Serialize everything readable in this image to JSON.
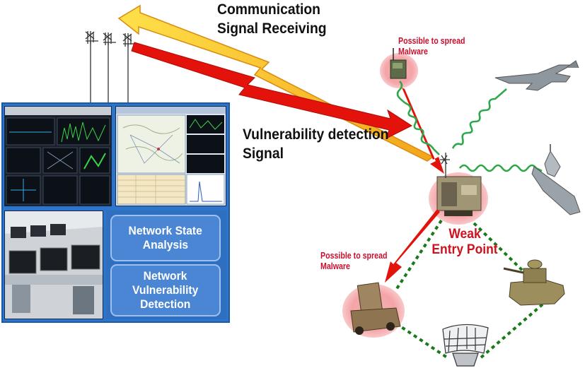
{
  "labels": {
    "communication_line1": "Communication",
    "communication_line2": "Signal Receiving",
    "vulnerability_line1": "Vulnerability detection",
    "vulnerability_line2": "Signal",
    "spread_top_line1": "Possible to spread",
    "spread_top_line2": "Malware",
    "spread_left_line1": "Possible to spread",
    "spread_left_line2": "Malware",
    "weak_line1": "Weak",
    "weak_line2": "Entry Point"
  },
  "panel": {
    "button1_line1": "Network State",
    "button1_line2": "Analysis",
    "button2_line1": "Network",
    "button2_line2": "Vulnerability",
    "button2_line3": "Detection"
  },
  "icons": [
    "antenna-icon",
    "fighter-jet-icon",
    "warship-icon",
    "tank-icon",
    "radar-truck-icon",
    "radar-dish-icon",
    "mobile-shelter-icon",
    "radio-device-icon"
  ],
  "colors": {
    "comm_arrow": "#f6b81c",
    "detect_arrow": "#e3120b",
    "wireless_link": "#2fa84a",
    "network_link": "#1a7a1a",
    "node_glow": "#f4a3a6",
    "panel_blue": "#2e74c8",
    "warning_text": "#c8102e"
  }
}
